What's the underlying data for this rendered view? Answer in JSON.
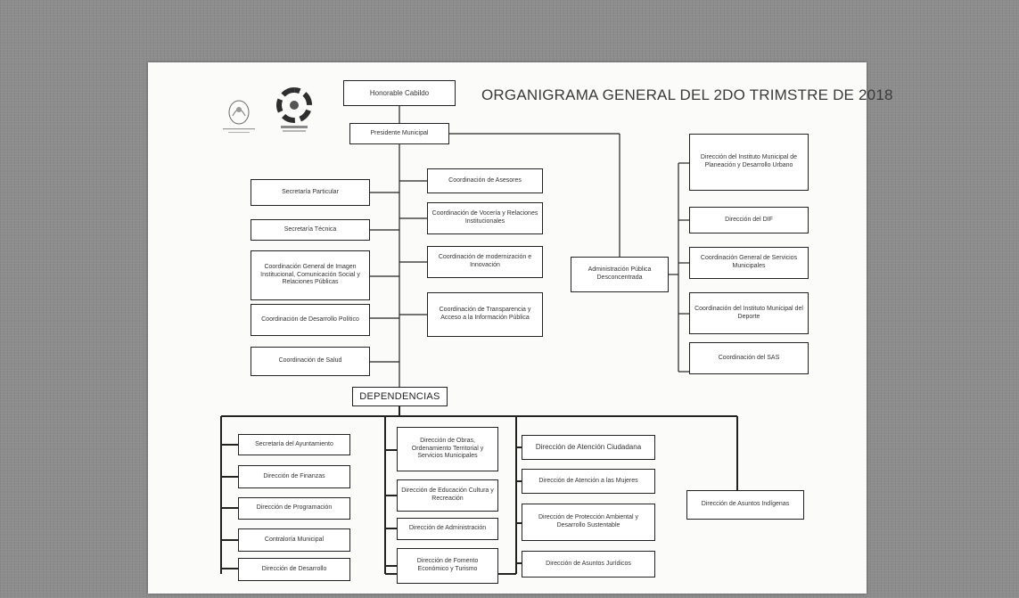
{
  "title": "ORGANIGRAMA GENERAL DEL 2DO TRIMSTRE DE 2018",
  "top": {
    "cabildo": "Honorable Cabildo",
    "presidente": "Presidente Municipal"
  },
  "left_staff": [
    "Secretaría Particular",
    "Secretaría Técnica",
    "Coordinación General de Imagen Institucional, Comunicación Social y Relaciones Públicas",
    "Coordinación de Desarrollo Político",
    "Coordinación de Salud"
  ],
  "right_staff": [
    "Coordinación de Asesores",
    "Coordinación de Vocería y Relaciones Institucionales",
    "Coordinación de modernización e Innovación",
    "Coordinación de Transparencia y Acceso a la Información Pública"
  ],
  "admin_publica": "Administración Pública Desconcentrada",
  "desconcentrada": [
    "Dirección del Instituto Municipal de Planeación y Desarrollo Urbano",
    "Dirección del DIF",
    "Coordinación General de Servicios Municipales",
    "Coordinación del Instituto Municipal del Deporte",
    "Coordinación del SAS"
  ],
  "dependencias_label": "DEPENDENCIAS",
  "dep_col1": [
    "Secretaría del Ayuntamiento",
    "Dirección de Finanzas",
    "Dirección de Programación",
    "Contraloría Municipal",
    "Dirección de Desarrollo"
  ],
  "dep_col2": [
    "Dirección de Obras, Ordenamiento Territorial y Servicios Municipales",
    "Dirección de Educación Cultura y Recreación",
    "Dirección de Administración",
    "Dirección de Fomento Económico y Turismo"
  ],
  "dep_col3": [
    "Dirección de Atención Ciudadana",
    "Dirección de Atención a las Mujeres",
    "Dirección de Protección Ambiental y Desarrollo Sustentable",
    "Dirección de Asuntos Jurídicos"
  ],
  "dep_col4": "Dirección de Asuntos Indígenas",
  "colors": {
    "line": "#222222",
    "background": "#8d8d8d",
    "sheet": "#fbfbfa"
  }
}
